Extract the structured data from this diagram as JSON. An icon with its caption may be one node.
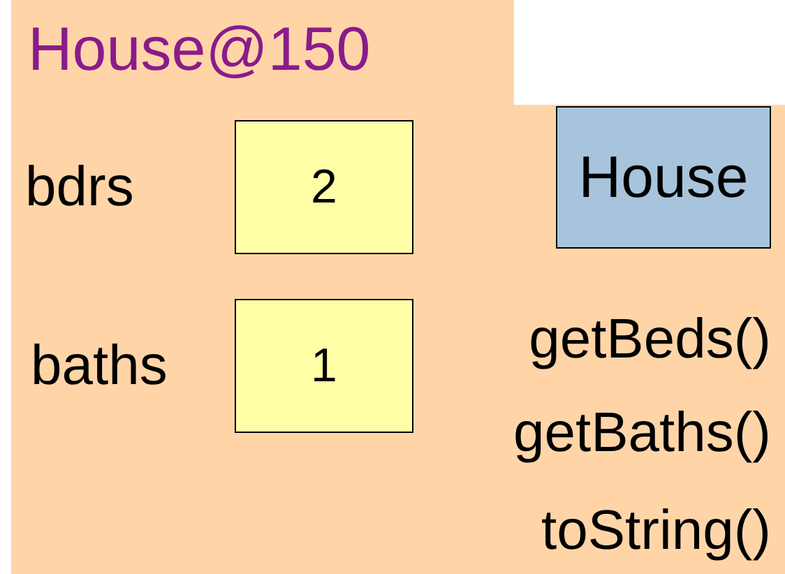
{
  "diagram": {
    "nodes": [
      {
        "text": [
          "House@150"
        ]
      },
      {
        "text": [
          "2"
        ],
        "in": 0,
        "beside": [
          "bdrs"
        ]
      },
      {
        "text": [
          "1"
        ],
        "in": 0,
        "beside": [
          "baths"
        ]
      },
      {
        "text": [
          "House"
        ],
        "in": 0
      }
    ],
    "labels": [
      "getBeds()",
      "getBaths()",
      "toString()"
    ]
  }
}
